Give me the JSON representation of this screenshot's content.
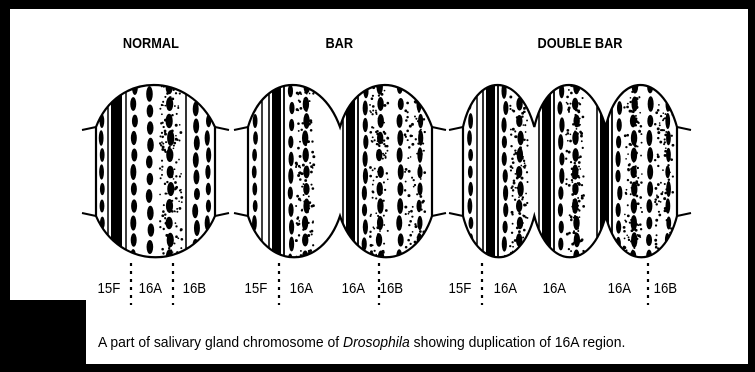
{
  "figure": {
    "panels": [
      {
        "title": "NORMAL",
        "bands": [
          "15F",
          "16A",
          "16B"
        ]
      },
      {
        "title": "BAR",
        "bands": [
          "15F",
          "16A",
          "16A",
          "16B"
        ]
      },
      {
        "title": "DOUBLE BAR",
        "bands": [
          "15F",
          "16A",
          "16A",
          "16A",
          "16B"
        ]
      }
    ],
    "caption": {
      "before": "A part of salivary gland chromosome of ",
      "organism": "Drosophila",
      "after": " showing duplication of 16A region."
    }
  },
  "colors": {
    "ink": "#000000",
    "paper": "#ffffff",
    "frame": "#000000"
  }
}
